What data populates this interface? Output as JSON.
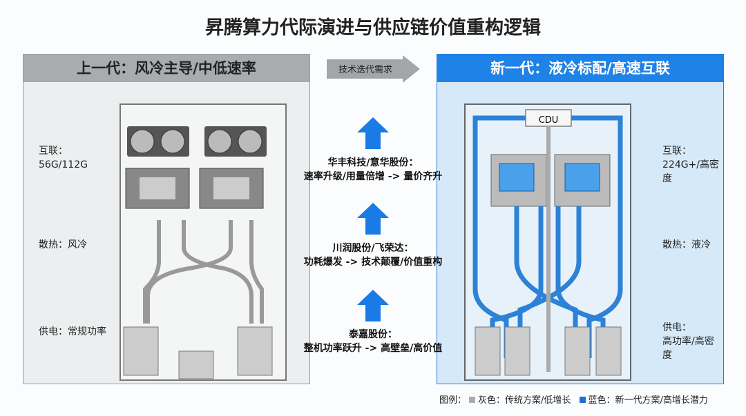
{
  "title": "昇腾算力代际演进与供应链价值重构逻辑",
  "left": {
    "header": "上一代：风冷主导/中低速率",
    "interconnect_label": "互联：",
    "interconnect_value": "56G/112G",
    "cooling": "散热：风冷",
    "power": "供电：常规功率"
  },
  "right": {
    "header": "新一代：液冷标配/高速互联",
    "cdu": "CDU",
    "interconnect_label": "互联：",
    "interconnect_value": "224G+/高密度",
    "cooling": "散热：液冷",
    "power_label": "供电：",
    "power_value": "高功率/高密度"
  },
  "middle": {
    "arrow_label": "技术迭代需求",
    "items": [
      {
        "company": "华丰科技/意华股份：",
        "logic": "速率升级/用量倍增 -> 量价齐升"
      },
      {
        "company": "川润股份/飞荣达：",
        "logic": "功耗爆发 -> 技术颠覆/价值重构"
      },
      {
        "company": "泰嘉股份：",
        "logic": "整机功率跃升 -> 高壁垒/高价值"
      }
    ]
  },
  "legend": {
    "prefix": "图例：",
    "gray": "灰色：传统方案/低增长",
    "blue": "蓝色：新一代方案/高增长潜力",
    "gray_color": "#a8acaf",
    "blue_color": "#1e6fd9"
  },
  "colors": {
    "accent": "#1e82e6",
    "arrow": "#1a7be6"
  }
}
